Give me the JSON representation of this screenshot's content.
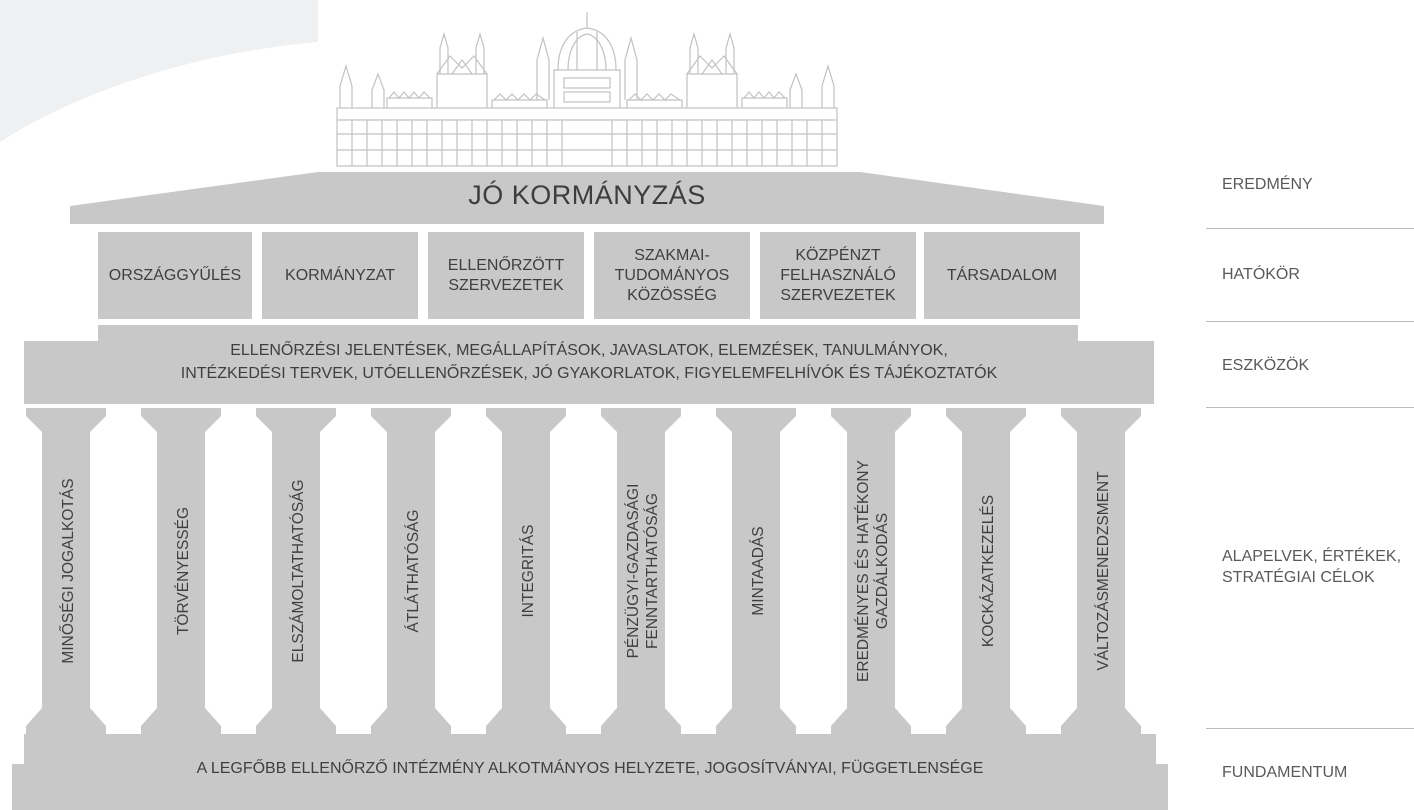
{
  "colors": {
    "block": "#c8c8c8",
    "text": "#3f3f3f",
    "bg_shape": "#eef0f2",
    "building_line": "#c2c2c2",
    "rule": "#bdbdbd"
  },
  "roof": {
    "title": "JÓ KORMÁNYZÁS"
  },
  "scope": [
    "ORSZÁGGYŰLÉS",
    "KORMÁNYZAT",
    "ELLENŐRZÖTT\nSZERVEZETEK",
    "SZAKMAI-\nTUDOMÁNYOS\nKÖZÖSSÉG",
    "KÖZPÉNZT\nFELHASZNÁLÓ\nSZERVEZETEK",
    "TÁRSADALOM"
  ],
  "tools": {
    "line1": "ELLENŐRZÉSI JELENTÉSEK, MEGÁLLAPÍTÁSOK, JAVASLATOK, ELEMZÉSEK, TANULMÁNYOK,",
    "line2": "INTÉZKEDÉSI TERVEK, UTÓELLENŐRZÉSEK, JÓ GYAKORLATOK, FIGYELEMFELHÍVÓK ÉS TÁJÉKOZTATÓK"
  },
  "pillars": [
    "MINŐSÉGI JOGALKOTÁS",
    "TÖRVÉNYESSÉG",
    "ELSZÁMOLTATHATÓSÁG",
    "ÁTLÁTHATÓSÁG",
    "INTEGRITÁS",
    "PÉNZÜGYI-GAZDASÁGI\nFENNTARTHATÓSÁG",
    "MINTAADÁS",
    "EREDMÉNYES ÉS HATÉKONY\nGAZDÁLKODÁS",
    "KOCKÁZATKEZELÉS",
    "VÁLTOZÁSMENEDZSMENT"
  ],
  "foundation": {
    "text": "A LEGFŐBB ELLENŐRZŐ INTÉZMÉNY ALKOTMÁNYOS HELYZETE, JOGOSÍTVÁNYAI, FÜGGETLENSÉGE"
  },
  "levels": {
    "result": "EREDMÉNY",
    "scope": "HATÓKÖR",
    "tools": "ESZKÖZÖK",
    "principles": "ALAPELVEK, ÉRTÉKEK,\nSTRATÉGIAI CÉLOK",
    "foundation": "FUNDAMENTUM"
  }
}
